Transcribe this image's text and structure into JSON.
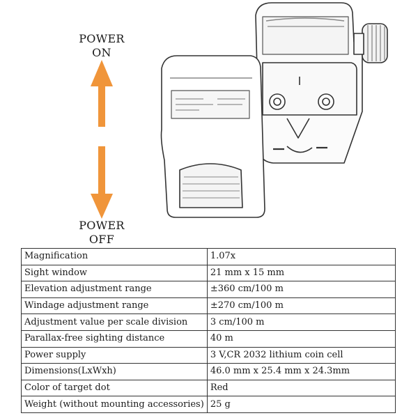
{
  "labels": {
    "power_on_top": "POWER",
    "power_on_bottom": "ON",
    "power_off_top": "POWER",
    "power_off_bottom": "OFF"
  },
  "colors": {
    "arrow": "#f0953a",
    "line": "#333333"
  },
  "specs": [
    {
      "label": "Magnification",
      "value": "1.07x"
    },
    {
      "label": "Sight window",
      "value": "21 mm x 15 mm"
    },
    {
      "label": "Elevation adjustment range",
      "value": "±360 cm/100 m"
    },
    {
      "label": "Windage adjustment range",
      "value": "±270 cm/100 m"
    },
    {
      "label": "Adjustment value per scale division",
      "value": "3 cm/100 m"
    },
    {
      "label": "Parallax-free sighting distance",
      "value": "40 m"
    },
    {
      "label": "Power supply",
      "value": "3 V,CR 2032 lithium coin cell"
    },
    {
      "label": "Dimensions(LxWxh)",
      "value": "46.0 mm x 25.4 mm x 24.3mm"
    },
    {
      "label": "Color of target dot",
      "value": "Red"
    },
    {
      "label": "Weight (without mounting accessories)",
      "value": "25 g"
    }
  ]
}
